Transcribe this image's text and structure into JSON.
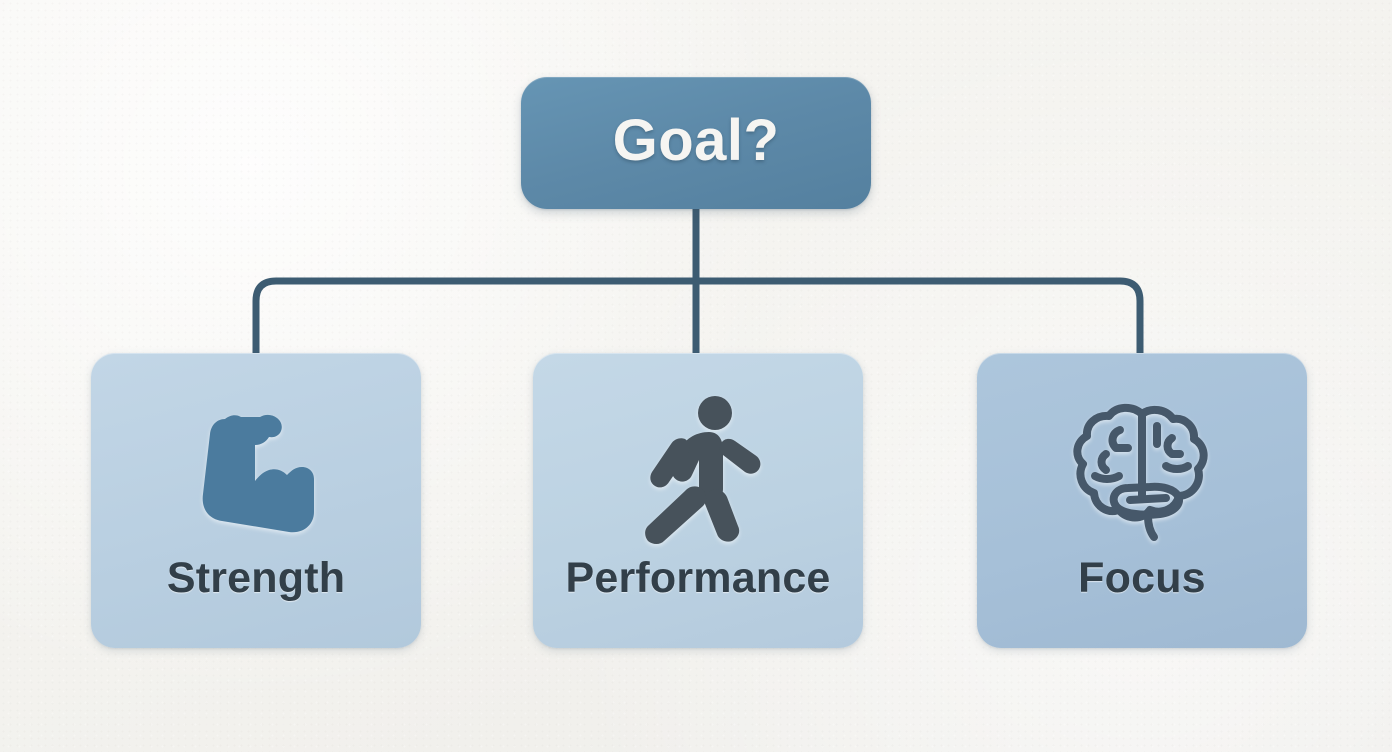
{
  "diagram": {
    "type": "tree",
    "background_color": "#f5f4f1",
    "root": {
      "label": "Goal?",
      "text_color": "#f6f5f2",
      "fill_color": "#5d89a8"
    },
    "connector": {
      "color": "#3d5c72",
      "style": "orthogonal-elbow"
    },
    "children": [
      {
        "label": "Strength",
        "icon": "flexed-biceps-icon",
        "icon_color": "#4b7b9e",
        "icon_style": "solid-silhouette",
        "card_color": "#b9cfe1",
        "text_color": "#323f49"
      },
      {
        "label": "Performance",
        "icon": "running-person-icon",
        "icon_color": "#47525b",
        "icon_style": "solid-silhouette",
        "card_color": "#bcd2e2",
        "text_color": "#323f49"
      },
      {
        "label": "Focus",
        "icon": "brain-icon",
        "icon_color": "#46586a",
        "icon_style": "line-art-outline",
        "card_color": "#a6c0d8",
        "text_color": "#323f49"
      }
    ]
  }
}
